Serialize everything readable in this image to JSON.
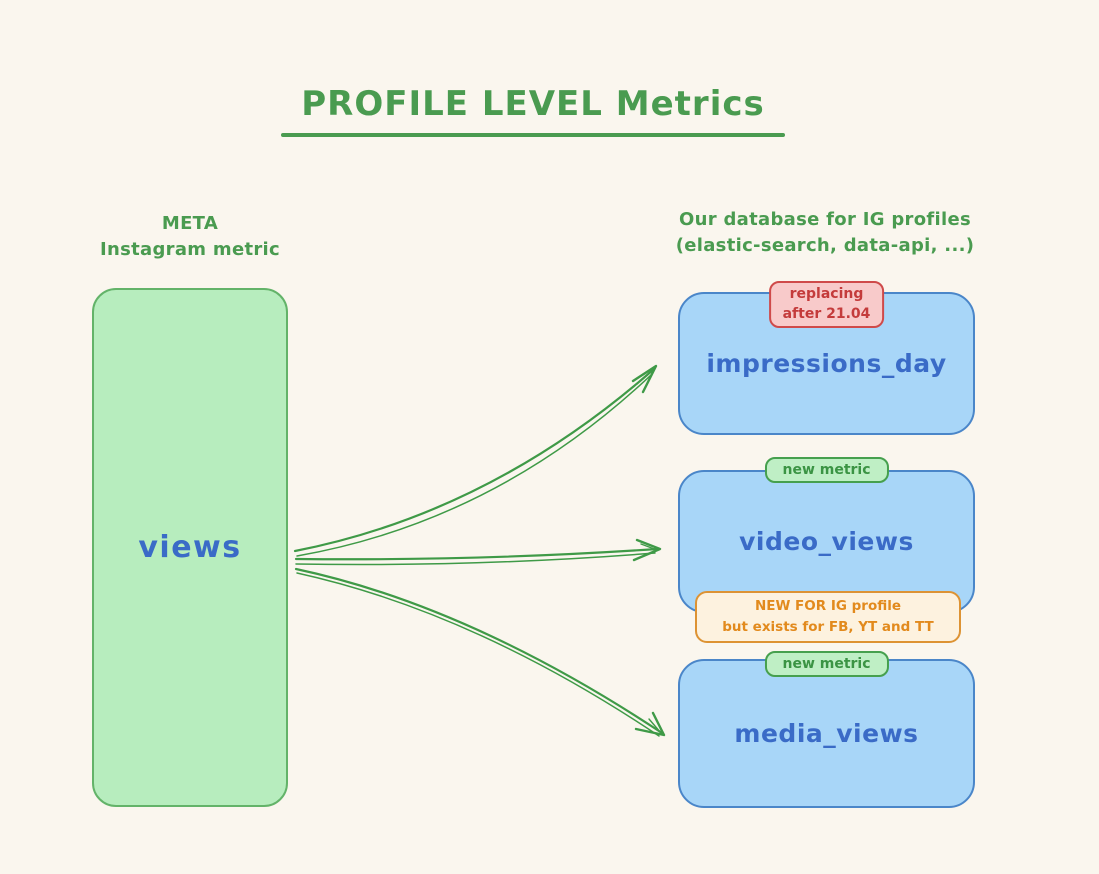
{
  "title": {
    "text": "PROFILE LEVEL Metrics"
  },
  "columns": {
    "left": {
      "header_line1": "META",
      "header_line2": "Instagram metric"
    },
    "right": {
      "header_line1": "Our database for IG profiles",
      "header_line2": "(elastic-search, data-api, ...)"
    }
  },
  "source_node": {
    "label": "views"
  },
  "target_nodes": [
    {
      "label": "impressions_day",
      "badge_type": "replacing",
      "badge_line1": "replacing",
      "badge_line2": "after 21.04"
    },
    {
      "label": "video_views",
      "badge_type": "new-metric",
      "badge_text": "new metric",
      "note_line1": "NEW FOR IG profile",
      "note_line2": "but exists for FB, YT and TT"
    },
    {
      "label": "media_views",
      "badge_type": "new-metric",
      "badge_text": "new metric"
    }
  ],
  "colors": {
    "background": "#faf6ee",
    "green_text": "#4a9b50",
    "green_node_fill": "#b7edbe",
    "green_node_stroke": "#63b369",
    "arrow_green": "#3f9a47",
    "blue_node_fill": "#a8d6f8",
    "blue_node_stroke": "#4a86c9",
    "blue_label_text": "#3a6bc7",
    "red_badge_fill": "#f8caca",
    "red_badge_stroke": "#cf4a4a",
    "red_badge_text": "#c43b3b",
    "green_badge_fill": "#bfefc5",
    "green_badge_stroke": "#46a04e",
    "green_badge_text": "#3b9444",
    "orange_note_fill": "#fdf2df",
    "orange_note_stroke": "#dd9334",
    "orange_note_text": "#e28a1d"
  }
}
